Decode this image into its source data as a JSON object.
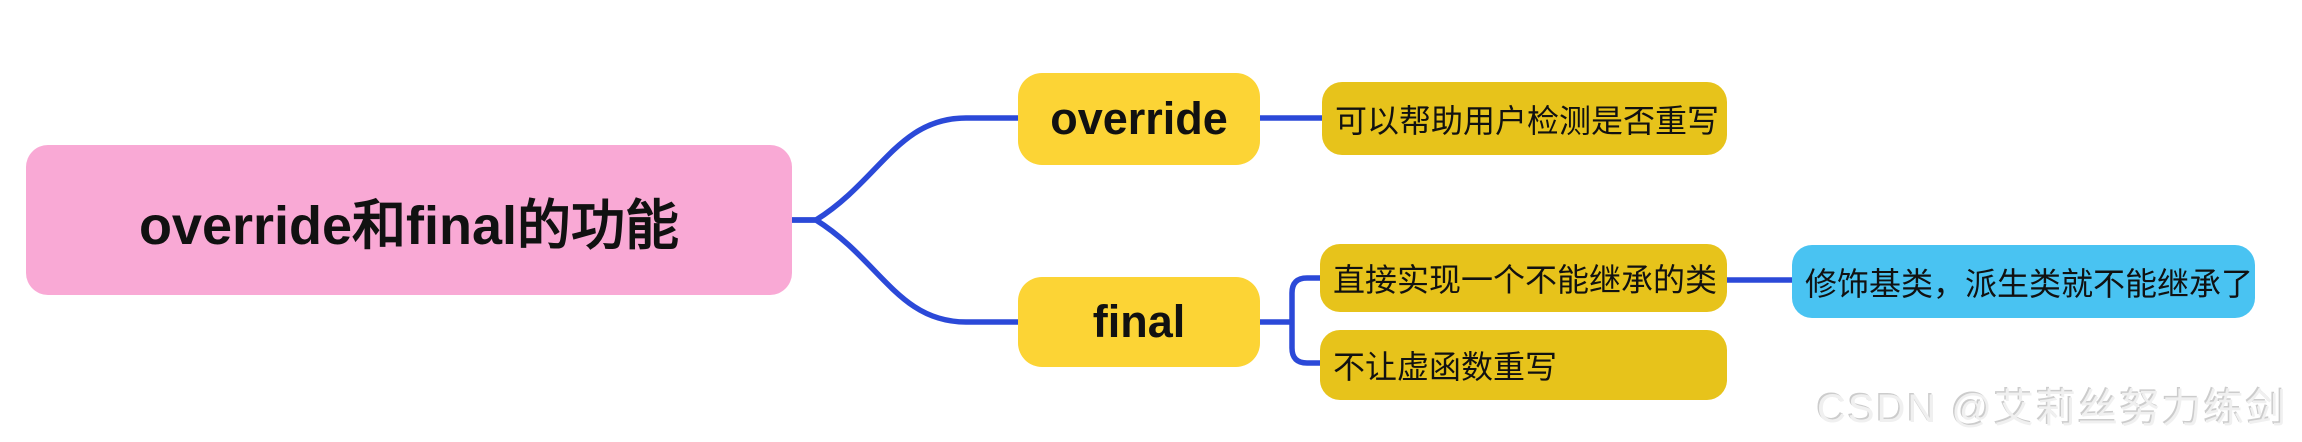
{
  "mindmap": {
    "root": {
      "label": "override和final的功能"
    },
    "children": [
      {
        "label": "override",
        "children": [
          {
            "label": "可以帮助用户检测是否重写"
          }
        ]
      },
      {
        "label": "final",
        "children": [
          {
            "label": "直接实现一个不能继承的类",
            "children": [
              {
                "label": "修饰基类，派生类就不能继承了"
              }
            ]
          },
          {
            "label": "不让虚函数重写"
          }
        ]
      }
    ]
  },
  "watermark": {
    "text": "CSDN @艾莉丝努力练剑"
  },
  "colors": {
    "background": "#ffffff",
    "root_node": "#f9a9d5",
    "branch_node": "#fcd435",
    "leaf_node": "#e7c31b",
    "highlight_node": "#49c3f2",
    "connector": "#2b49d8",
    "node_text": "#111111",
    "watermark_text": "#f0f0f0"
  }
}
